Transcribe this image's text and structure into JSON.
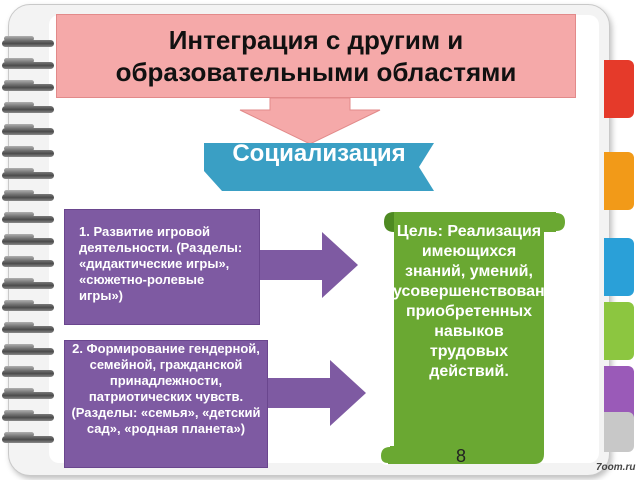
{
  "title": "Интеграция с другим и образовательными областями",
  "banner": "Социализация",
  "box1": "1. Развитие игровой деятельности. (Разделы: «дидактические игры», «сюжетно-ролевые игры»)",
  "box2": "2. Формирование гендерной, семейной, гражданской принадлежности, патриотических чувств. (Разделы: «семья», «детский сад», «родная планета»)",
  "goal": "Цель: Реализация имеющихся знаний, умений, усовершенствование приобретенных навыков трудовых действий.",
  "page_number": "8",
  "watermark": "7oom.ru",
  "colors": {
    "title_bg": "#f5a9a9",
    "banner": "#3a9fc4",
    "purple": "#7e5aa2",
    "green": "#6aa832",
    "tabs": [
      "#e53a2a",
      "#f29a18",
      "#2aa0d8",
      "#8cc640",
      "#9a5ab8",
      "#c8c8c8"
    ]
  }
}
